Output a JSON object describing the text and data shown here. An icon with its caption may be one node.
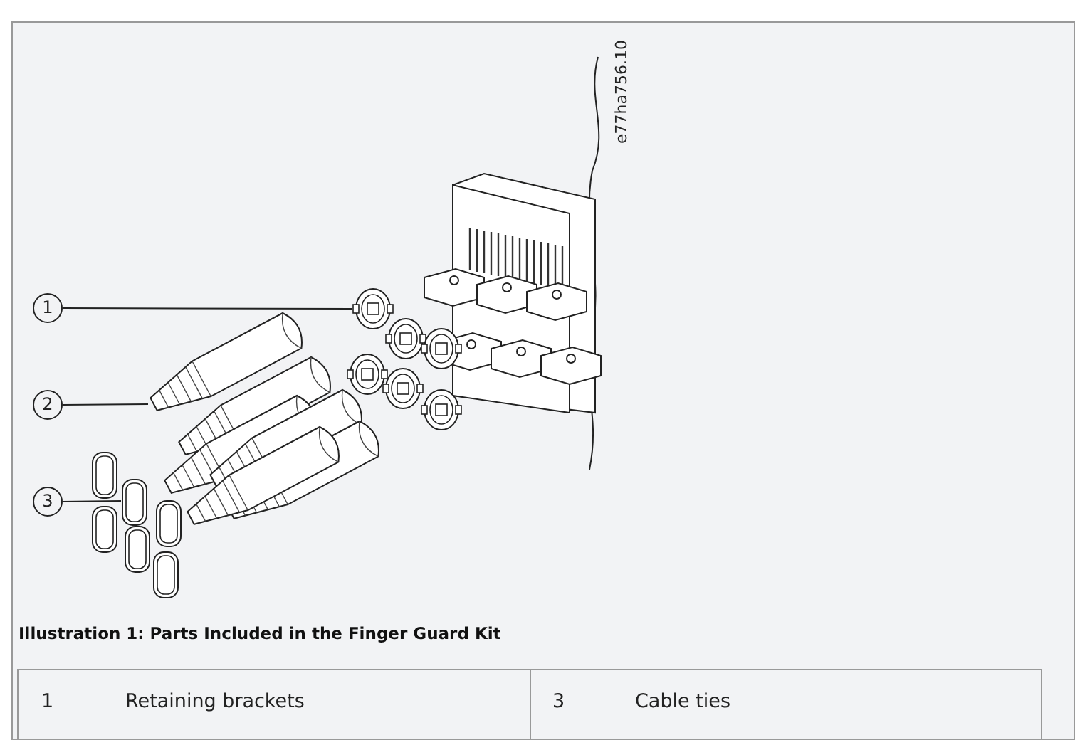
{
  "diagram": {
    "caption": "Illustration 1: Parts Included in the Finger Guard Kit",
    "nodes": [
      {
        "text": [
          "1"
        ]
      },
      {
        "text": [],
        "shape": "picture"
      },
      {
        "text": [
          "2"
        ]
      },
      {
        "text": [],
        "shape": "picture"
      },
      {
        "text": [
          "3"
        ]
      },
      {
        "text": [],
        "shape": "picture"
      }
    ],
    "edges": [
      {
        "from": 0,
        "to": 1,
        "arrow": "none"
      },
      {
        "from": 2,
        "to": 3,
        "arrow": "none"
      },
      {
        "from": 4,
        "to": 5,
        "arrow": "none"
      }
    ],
    "labels": [
      "e77ha756.10",
      "1",
      "Retaining brackets",
      "3",
      "Cable ties"
    ]
  }
}
